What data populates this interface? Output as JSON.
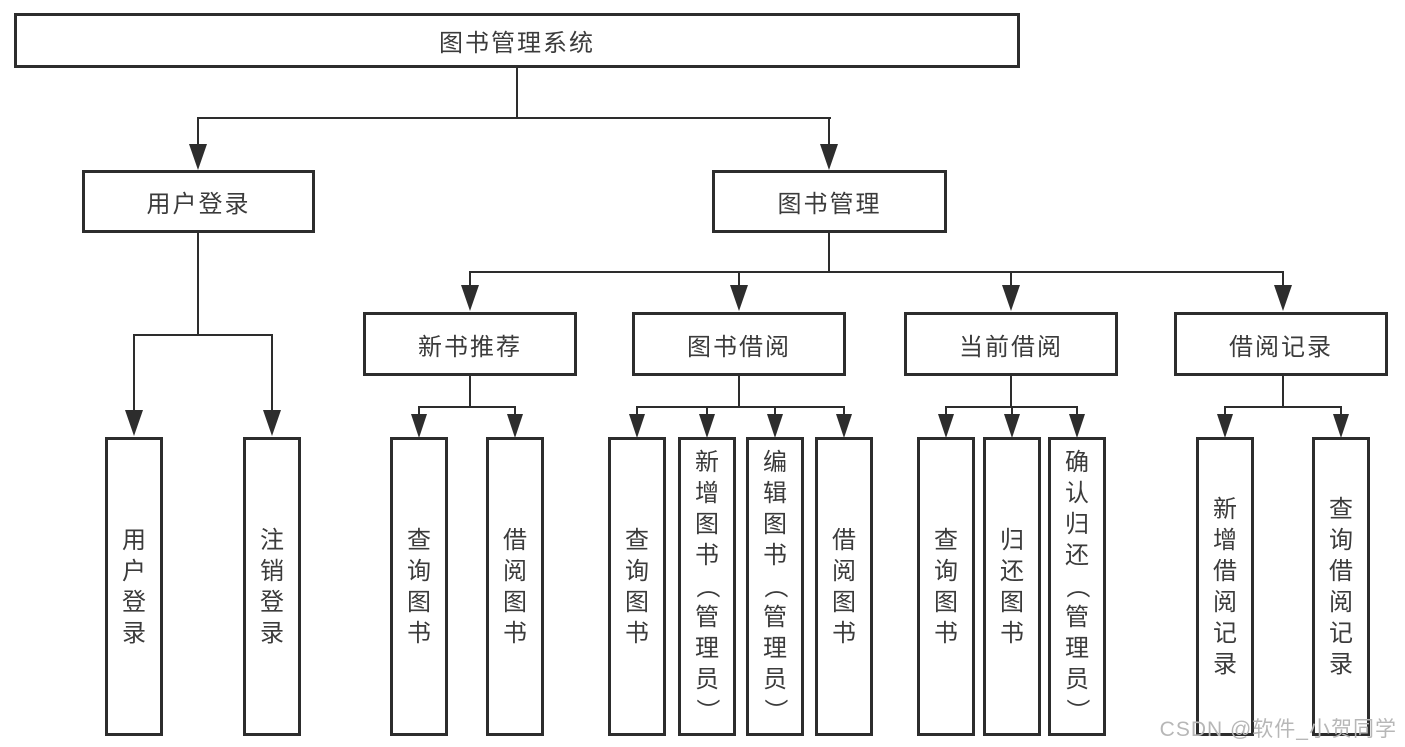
{
  "tree": {
    "root": {
      "label": "图书管理系统"
    },
    "branches": [
      {
        "label": "用户登录",
        "leaves": [
          {
            "label": "用户登录"
          },
          {
            "label": "注销登录"
          }
        ]
      },
      {
        "label": "图书管理",
        "groups": [
          {
            "label": "新书推荐",
            "leaves": [
              {
                "label": "查询图书"
              },
              {
                "label": "借阅图书"
              }
            ]
          },
          {
            "label": "图书借阅",
            "leaves": [
              {
                "label": "查询图书"
              },
              {
                "label": "新增图书（管理员）"
              },
              {
                "label": "编辑图书（管理员）"
              },
              {
                "label": "借阅图书"
              }
            ]
          },
          {
            "label": "当前借阅",
            "leaves": [
              {
                "label": "查询图书"
              },
              {
                "label": "归还图书"
              },
              {
                "label": "确认归还（管理员）"
              }
            ]
          },
          {
            "label": "借阅记录",
            "leaves": [
              {
                "label": "新增借阅记录"
              },
              {
                "label": "查询借阅记录"
              }
            ]
          }
        ]
      }
    ]
  },
  "watermark": {
    "text": "CSDN @软件_小贺同学"
  },
  "colors": {
    "line": "#2d2d2d",
    "box_border": "#2d2d2d",
    "text": "#3b3b3b",
    "watermark": "#b7b7b7",
    "background": "#ffffff"
  }
}
